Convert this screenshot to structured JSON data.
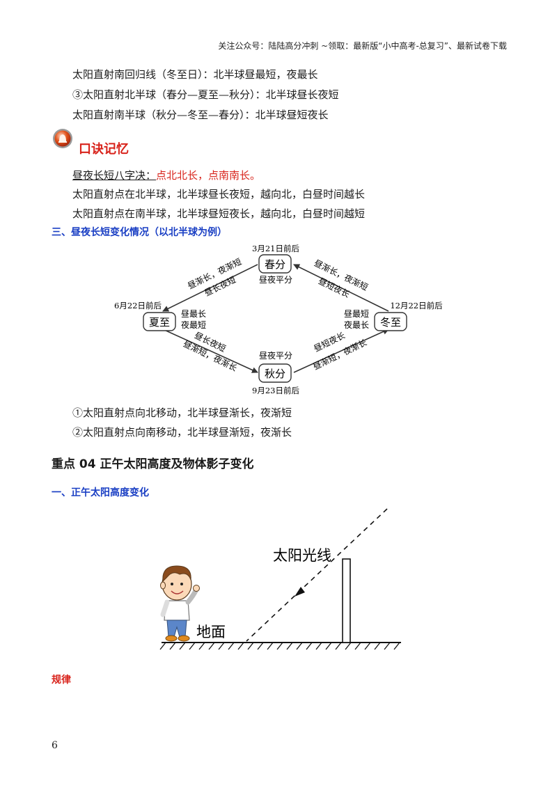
{
  "header": {
    "note": "关注公众号：陆陆高分冲刺  ~领取：最新版“小中高考-总复习”、最新试卷下载"
  },
  "intro_lines": [
    "太阳直射南回归线（冬至日）：北半球昼最短，夜最长",
    "③太阳直射北半球（春分—夏至—秋分）：北半球昼长夜短",
    "太阳直射南半球（秋分—冬至—春分）：北半球昼短夜长"
  ],
  "tip": {
    "icon": "bell-badge-icon",
    "title": "口诀记忆",
    "rule_label": "昼夜长短八字决",
    "rule_sep": "：",
    "rule_text": "点北北长，点南南长。",
    "line1": "太阳直射点在北半球，北半球昼长夜短，越向北，白昼时间越长",
    "line2": "太阳直射点在南半球，北半球昼短夜长，越向北，白昼时间越短"
  },
  "section3": {
    "title": "三、昼夜长短变化情况（以北半球为例）"
  },
  "cycle_diagram": {
    "nodes": {
      "spring": {
        "label": "春分",
        "date": "3月21日前后",
        "note": "昼夜平分"
      },
      "summer": {
        "label": "夏至",
        "date": "6月22日前后",
        "note1": "昼最长",
        "note2": "夜最短"
      },
      "autumn": {
        "label": "秋分",
        "date": "9月23日前后",
        "note": "昼夜平分"
      },
      "winter": {
        "label": "冬至",
        "date": "12月22日前后",
        "note1": "昼最短",
        "note2": "夜最长"
      }
    },
    "edges": {
      "spring_summer_a": "昼渐长，夜渐短",
      "spring_summer_b": "昼长夜短",
      "summer_autumn_a": "昼长夜短",
      "summer_autumn_b": "昼渐短，夜渐长",
      "autumn_winter_a": "昼短夜长",
      "autumn_winter_b": "昼渐短，夜渐长",
      "winter_spring_a": "昼渐长，夜渐短",
      "winter_spring_b": "昼短夜长"
    },
    "stroke_color": "#333333"
  },
  "after_diagram": [
    "①太阳直射点向北移动，北半球昼渐长，夜渐短",
    "②太阳直射点向南移动，北半球昼渐短，夜渐长"
  ],
  "key_point": {
    "title": "重点 04  正午太阳高度及物体影子变化"
  },
  "section1": {
    "title": "一、正午太阳高度变化"
  },
  "sun_figure": {
    "sun_ray_label": "太阳光线",
    "ground_label": "地面"
  },
  "rule_heading": "规律",
  "page_number": "6"
}
